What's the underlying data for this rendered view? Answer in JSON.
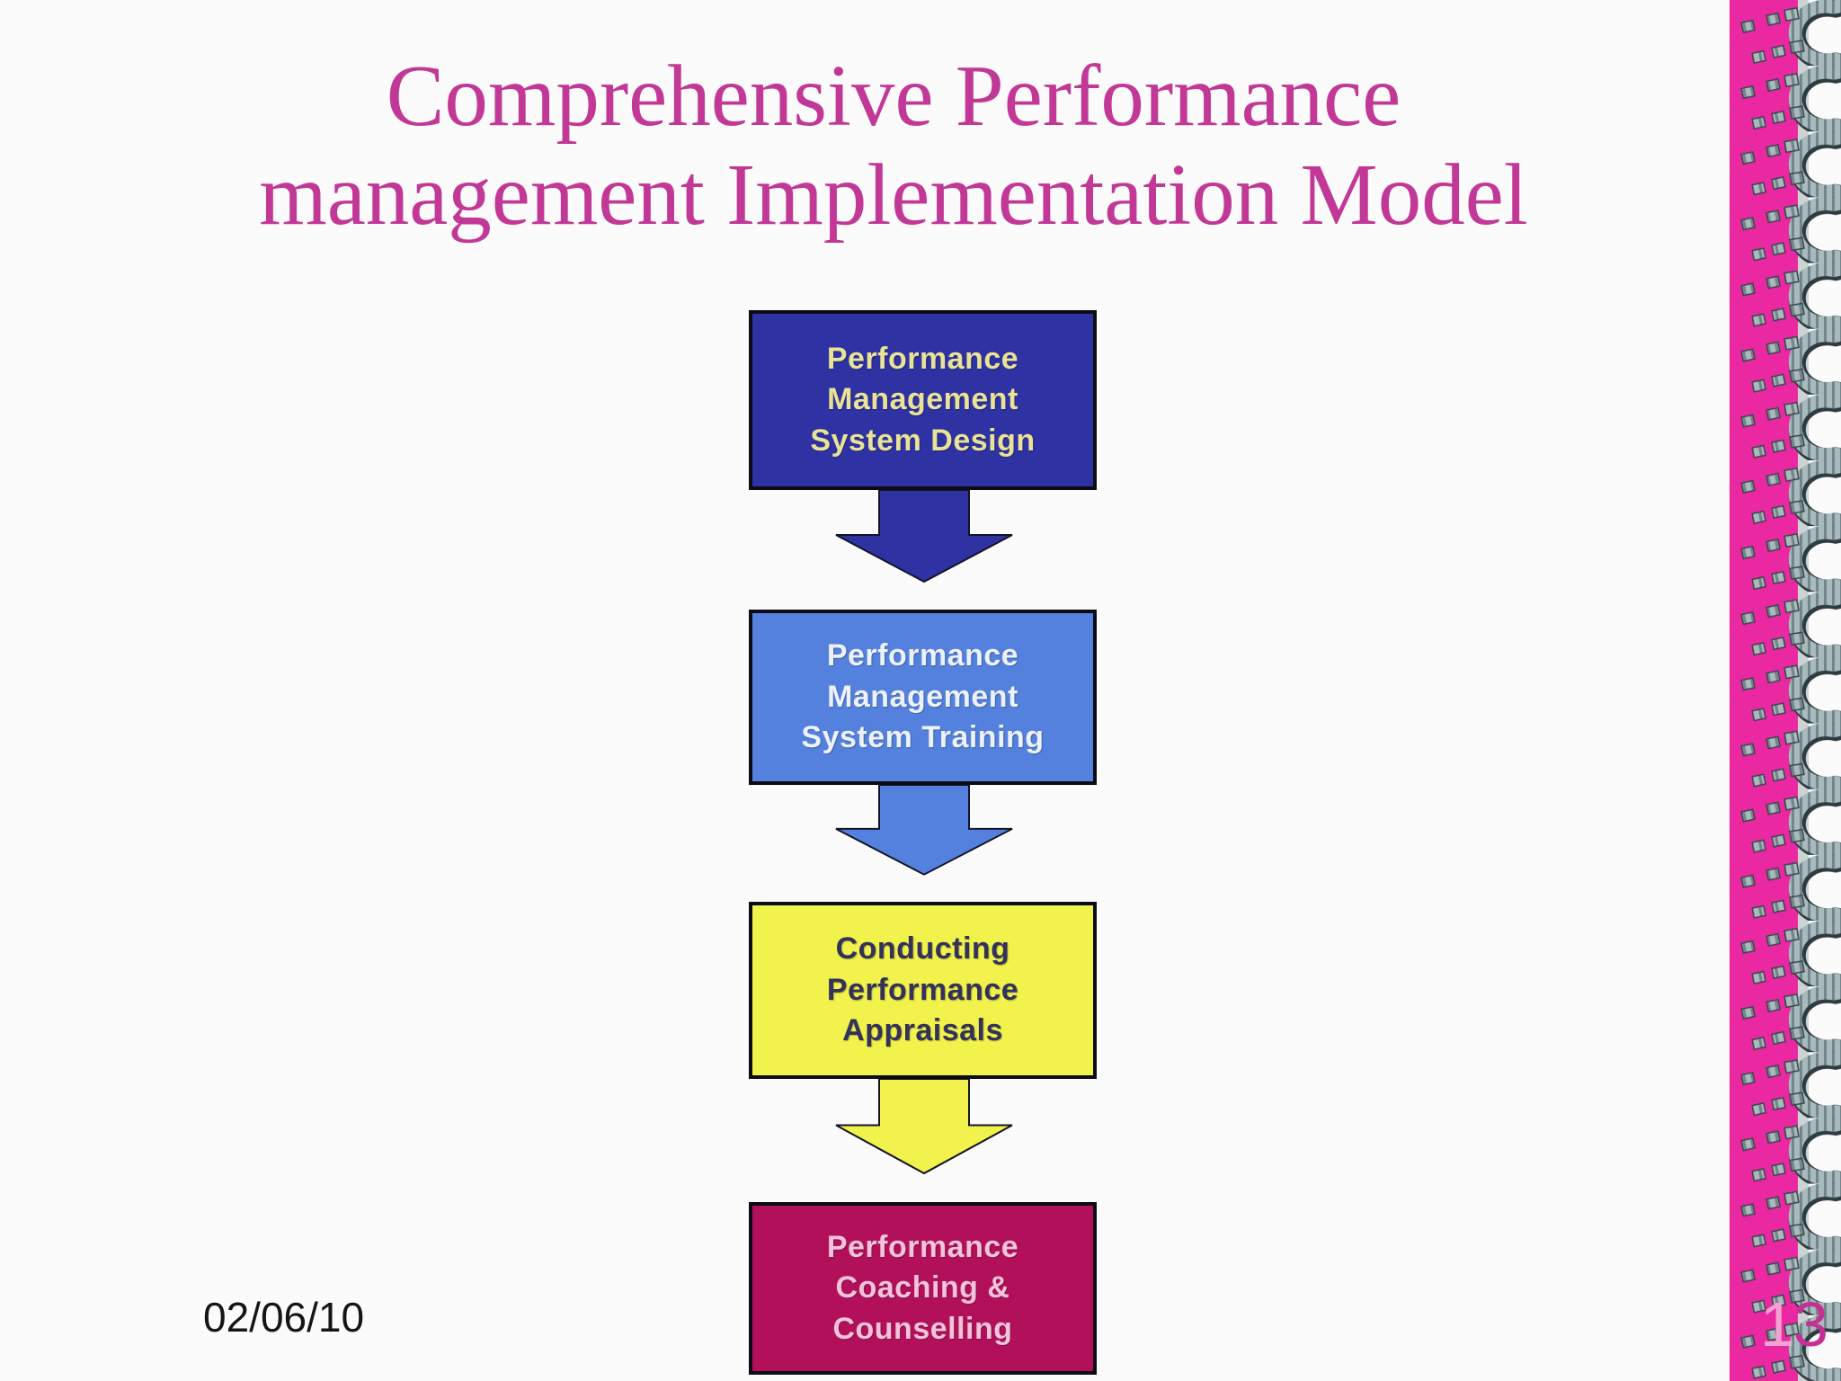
{
  "slide": {
    "title_lines": [
      "Comprehensive Performance",
      "management Implementation Model"
    ],
    "title_color": "#c23897",
    "background_color": "#fcfbfb"
  },
  "flow": {
    "boxes": [
      {
        "lines": [
          "Performance",
          "Management",
          "System Design"
        ],
        "fill": "#2e32a3",
        "text_color": "#e9e297"
      },
      {
        "lines": [
          "Performance",
          "Management",
          "System Training"
        ],
        "fill": "#5481de",
        "text_color": "#edf2fa"
      },
      {
        "lines": [
          "Conducting",
          "Performance",
          "Appraisals"
        ],
        "fill": "#f2f24c",
        "text_color": "#32325a"
      },
      {
        "lines": [
          "Performance",
          "Coaching &",
          "Counselling"
        ],
        "fill": "#b3105c",
        "text_color": "#f3c3da"
      }
    ],
    "arrow_colors": [
      "#2e32a3",
      "#5481de",
      "#f2f24c"
    ],
    "arrow_outline": "#141428"
  },
  "footer": {
    "date": "02/06/10",
    "slide_number": "13",
    "slide_number_chars": [
      "1",
      "3"
    ],
    "slide_number_colors": [
      "#f2a3d2",
      "#c62f94"
    ]
  },
  "decor": {
    "band_color": "#ea28a2",
    "coil_light_gray": "#a9babd",
    "coil_dark_gray": "#71858a",
    "coil_edge": "#2e3b40"
  }
}
